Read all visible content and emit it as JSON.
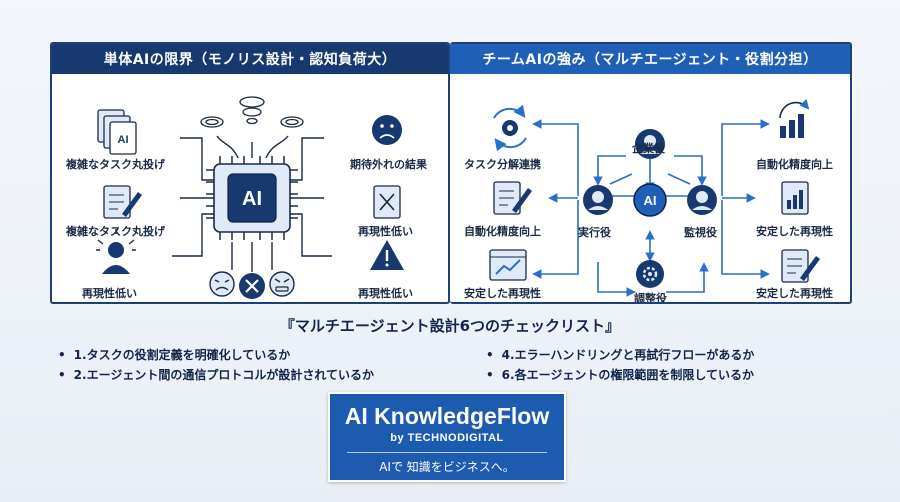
{
  "left_panel": {
    "title": "単体AIの限界（モノリス設計・認知負荷大）",
    "center_chip": "AI",
    "stack_badge": "AI",
    "labels": {
      "l1": "複雑なタスク丸投げ",
      "l2": "複雑なタスク丸投げ",
      "l3": "再現性低い",
      "r1": "期待外れの結果",
      "r2": "再現性低い",
      "r3": "再現性低い"
    }
  },
  "right_panel": {
    "title": "チームAIの強み（マルチエージェント・役割分担）",
    "hub_badge": "AI",
    "roles": {
      "top": "企業役",
      "left": "実行役",
      "right": "監視役",
      "bottom": "調整役"
    },
    "labels": {
      "l1": "タスク分解連携",
      "l2": "自動化精度向上",
      "l3": "安定した再現性",
      "r1": "自動化精度向上",
      "r2": "安定した再現性",
      "r3": "安定した再現性"
    }
  },
  "checklist": {
    "title": "『マルチエージェント設計6つのチェックリスト』",
    "items": [
      "1.タスクの役割定義を明確化しているか",
      "2.エージェント間の通信プロトコルが設計されているか",
      "4.エラーハンドリングと再試行フローがあるか",
      "6.各エージェントの権限範囲を制限しているか"
    ]
  },
  "brand": {
    "name": "AI KnowledgeFlow",
    "sub": "by TECHNODIGITAL",
    "tagline": "AIで 知識をビジネスへ。"
  },
  "colors": {
    "navy": "#17396f",
    "blue": "#1f5fb5",
    "accent": "#2a6fc9",
    "red": "#d8353a"
  }
}
